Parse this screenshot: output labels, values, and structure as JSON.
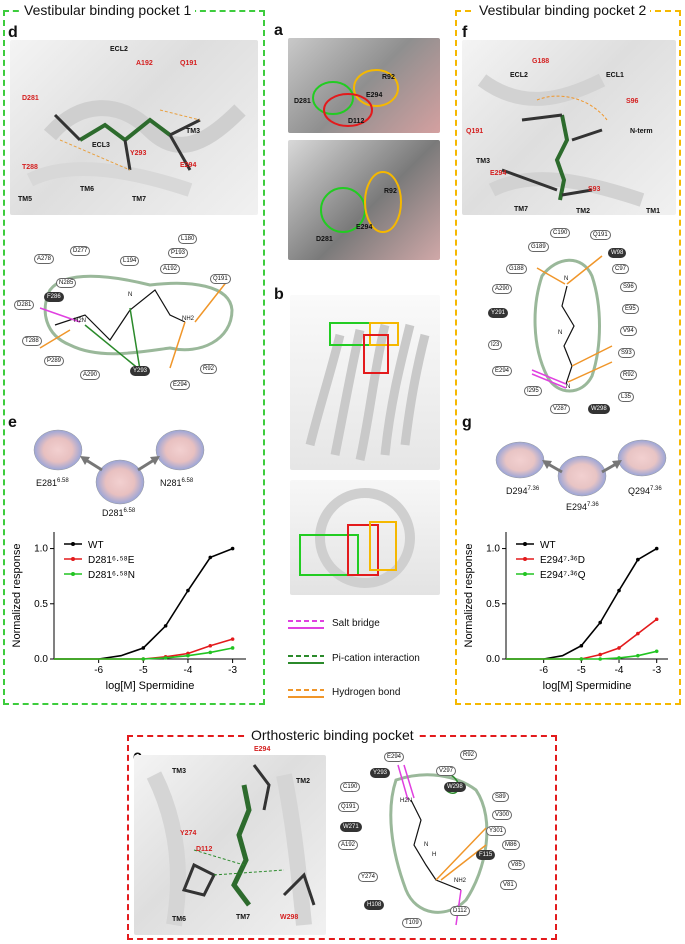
{
  "panels": {
    "d": {
      "letter": "d",
      "title": "Vestibular binding pocket 1"
    },
    "f": {
      "letter": "f",
      "title": "Vestibular binding pocket 2"
    },
    "a": {
      "letter": "a"
    },
    "b": {
      "letter": "b"
    },
    "e": {
      "letter": "e"
    },
    "g": {
      "letter": "g"
    },
    "c": {
      "letter": "c",
      "title": "Orthosteric binding pocket"
    }
  },
  "structure_d": {
    "labels": [
      "ECL2",
      "A192",
      "Q191",
      "D281",
      "TM3",
      "ECL3",
      "Y293",
      "T288",
      "E294",
      "TM5",
      "TM6",
      "TM7"
    ]
  },
  "structure_f": {
    "labels": [
      "G188",
      "ECL2",
      "ECL1",
      "S96",
      "N-term",
      "Q191",
      "TM3",
      "E294",
      "S93",
      "TM7",
      "TM2",
      "TM1"
    ]
  },
  "surface_a": {
    "labels_top": [
      "R92",
      "D281",
      "E294",
      "D112"
    ],
    "labels_bottom": [
      "R92",
      "D281",
      "E294"
    ]
  },
  "structure_c": {
    "labels": [
      "E294",
      "TM3",
      "TM2",
      "Y274",
      "D112",
      "TM6",
      "TM7",
      "W298"
    ]
  },
  "lig_d": {
    "residues": [
      "L180",
      "D277",
      "A278",
      "L194",
      "P193",
      "N285",
      "A192",
      "Q191",
      "D281",
      "F286",
      "T288",
      "P289",
      "A290",
      "Y293",
      "E294",
      "R92"
    ],
    "atoms": [
      "H2N",
      "N",
      "NH2"
    ]
  },
  "lig_f": {
    "residues": [
      "C190",
      "Q191",
      "G189",
      "W98",
      "G188",
      "C97",
      "A290",
      "S96",
      "E95",
      "Y291",
      "V94",
      "I23",
      "E294",
      "S93",
      "R92",
      "I295",
      "L35",
      "V287",
      "W298"
    ],
    "atoms": [
      "N",
      "N",
      "N"
    ]
  },
  "lig_c": {
    "residues": [
      "E294",
      "R92",
      "Y293",
      "V297",
      "C190",
      "W298",
      "S89",
      "Q191",
      "V300",
      "W271",
      "Y301",
      "A192",
      "M86",
      "F115",
      "Y274",
      "V85",
      "V81",
      "H108",
      "D112",
      "T109"
    ],
    "atoms": [
      "H2N",
      "N",
      "H",
      "NH2"
    ]
  },
  "molecules_e": {
    "left": "E281",
    "right": "N281",
    "bottom": "D281",
    "left_sup": "6.58",
    "right_sup": "6.58",
    "bottom_sup": "6.58"
  },
  "molecules_g": {
    "left": "D294",
    "right": "Q294",
    "bottom": "E294",
    "left_sup": "7.36",
    "right_sup": "7.36",
    "bottom_sup": "7.36"
  },
  "legend": {
    "items": [
      {
        "label": "Salt bridge",
        "color": "#e040e0"
      },
      {
        "label": "Pi-cation interaction",
        "color": "#2b8a2b"
      },
      {
        "label": "Hydrogen bond",
        "color": "#f0962a"
      }
    ]
  },
  "chart_data": [
    {
      "type": "line",
      "panel": "e",
      "xlabel": "log[M] Spermidine",
      "ylabel": "Normalized response",
      "xticks": [
        "-6",
        "-5",
        "-4",
        "-3"
      ],
      "yticks": [
        "0.0",
        "0.5",
        "1.0"
      ],
      "xlim": [
        -7,
        -2.7
      ],
      "ylim": [
        0,
        1.15
      ],
      "series": [
        {
          "name": "WT",
          "color": "#000000",
          "x": [
            -7,
            -6.5,
            -6,
            -5.5,
            -5,
            -4.5,
            -4,
            -3.5,
            -3
          ],
          "y": [
            0.0,
            0.0,
            0.0,
            0.03,
            0.1,
            0.3,
            0.62,
            0.92,
            1.0
          ]
        },
        {
          "name": "D281⁶·⁵⁸E",
          "color": "#e31a1c",
          "x": [
            -7,
            -6,
            -5,
            -4.5,
            -4,
            -3.5,
            -3
          ],
          "y": [
            0.0,
            0.0,
            0.0,
            0.02,
            0.05,
            0.12,
            0.18
          ]
        },
        {
          "name": "D281⁶·⁵⁸N",
          "color": "#22c422",
          "x": [
            -7,
            -6,
            -5,
            -4.5,
            -4,
            -3.5,
            -3
          ],
          "y": [
            0.0,
            0.0,
            0.0,
            0.01,
            0.03,
            0.06,
            0.1
          ]
        }
      ]
    },
    {
      "type": "line",
      "panel": "g",
      "xlabel": "log[M] Spermidine",
      "ylabel": "Normalized response",
      "xticks": [
        "-6",
        "-5",
        "-4",
        "-3"
      ],
      "yticks": [
        "0.0",
        "0.5",
        "1.0"
      ],
      "xlim": [
        -7,
        -2.7
      ],
      "ylim": [
        0,
        1.15
      ],
      "series": [
        {
          "name": "WT",
          "color": "#000000",
          "x": [
            -7,
            -6.5,
            -6,
            -5.5,
            -5,
            -4.5,
            -4,
            -3.5,
            -3
          ],
          "y": [
            0.0,
            0.0,
            0.0,
            0.03,
            0.12,
            0.33,
            0.62,
            0.9,
            1.0
          ]
        },
        {
          "name": "E294⁷·³⁶D",
          "color": "#e31a1c",
          "x": [
            -7,
            -6,
            -5,
            -4.5,
            -4,
            -3.5,
            -3
          ],
          "y": [
            0.0,
            0.0,
            0.0,
            0.04,
            0.1,
            0.23,
            0.36
          ]
        },
        {
          "name": "E294⁷·³⁶Q",
          "color": "#22c422",
          "x": [
            -7,
            -6,
            -5,
            -4.5,
            -4,
            -3.5,
            -3
          ],
          "y": [
            0.0,
            0.0,
            0.0,
            0.0,
            0.01,
            0.03,
            0.07
          ]
        }
      ]
    }
  ]
}
